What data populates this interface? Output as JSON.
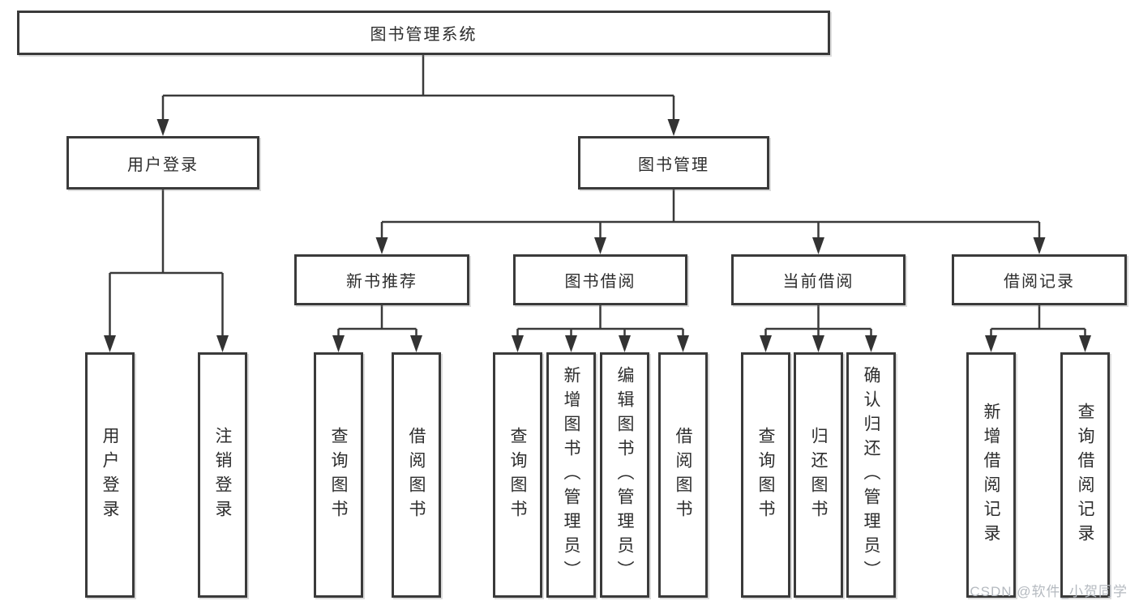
{
  "nodes": {
    "root": "图书管理系统",
    "user_login": "用户登录",
    "book_management": "图书管理",
    "new_book_recommend": "新书推荐",
    "book_borrowing": "图书借阅",
    "current_borrowing": "当前借阅",
    "borrowing_records": "借阅记录",
    "leaf_user_login": "用户登录",
    "leaf_logout": "注销登录",
    "leaf_query_books_recommend": "查询图书",
    "leaf_borrow_books_recommend": "借阅图书",
    "leaf_query_books_borrowing": "查询图书",
    "leaf_add_books_admin": "新增图书（管理员）",
    "leaf_edit_books_admin": "编辑图书（管理员）",
    "leaf_borrow_books_borrowing": "借阅图书",
    "leaf_query_books_current": "查询图书",
    "leaf_return_books": "归还图书",
    "leaf_confirm_return_admin": "确认归还（管理员）",
    "leaf_add_borrow_record": "新增借阅记录",
    "leaf_query_borrow_record": "查询借阅记录"
  },
  "watermark": "CSDN @软件_小贺同学",
  "line_color": "#3a3a3a"
}
